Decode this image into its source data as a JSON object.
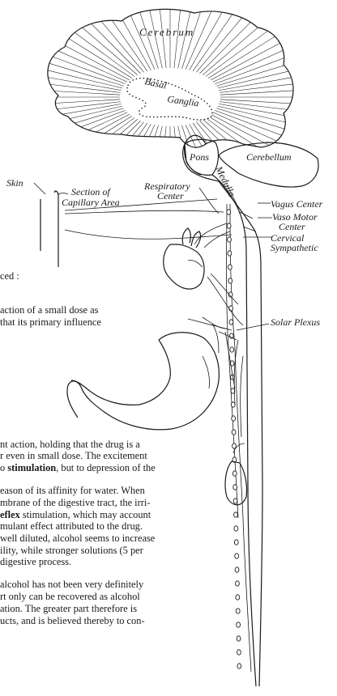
{
  "diagram": {
    "labels": {
      "cerebrum": "Cerebrum",
      "basal": "Basal",
      "ganglia": "Ganglia",
      "pons": "Pons",
      "cerebellum": "Cerebellum",
      "medulla": "Medulla",
      "skin": "Skin",
      "section_of": "Section of",
      "capillary_area": "Capillary Area",
      "respiratory": "Respiratory",
      "center": "Center",
      "vagus_center": "Vagus Center",
      "vaso_motor": "Vaso Motor",
      "vaso_center": "Center",
      "cervical": "Cervical",
      "sympathetic": "Sympathetic",
      "solar_plexus": "Solar Plexus"
    }
  },
  "text": {
    "line_01": "ced :",
    "line_02": "action of a small dose as",
    "line_03": "that its primary influence",
    "line_04": "nt action, holding that the drug is a",
    "line_05": "r even in small dose.  The excitement",
    "line_06a": "o ",
    "line_06b": "stimulation",
    "line_06c": ", but to depression of the",
    "line_07": "eason of its affinity for water.  When",
    "line_08": "mbrane of the digestive tract, the irri-",
    "line_09a": "eflex",
    "line_09b": " stimulation, which may account",
    "line_10": "mulant effect attributed to the drug.",
    "line_11": "well diluted, alcohol seems to increase",
    "line_12": "ility, while stronger solutions (5 per",
    "line_13": "digestive process.",
    "line_14": "alcohol has not been very definitely",
    "line_15": "rt only can be recovered as alcohol",
    "line_16": "ation.  The greater part therefore is",
    "line_17": "ucts, and is believed thereby to con-"
  }
}
